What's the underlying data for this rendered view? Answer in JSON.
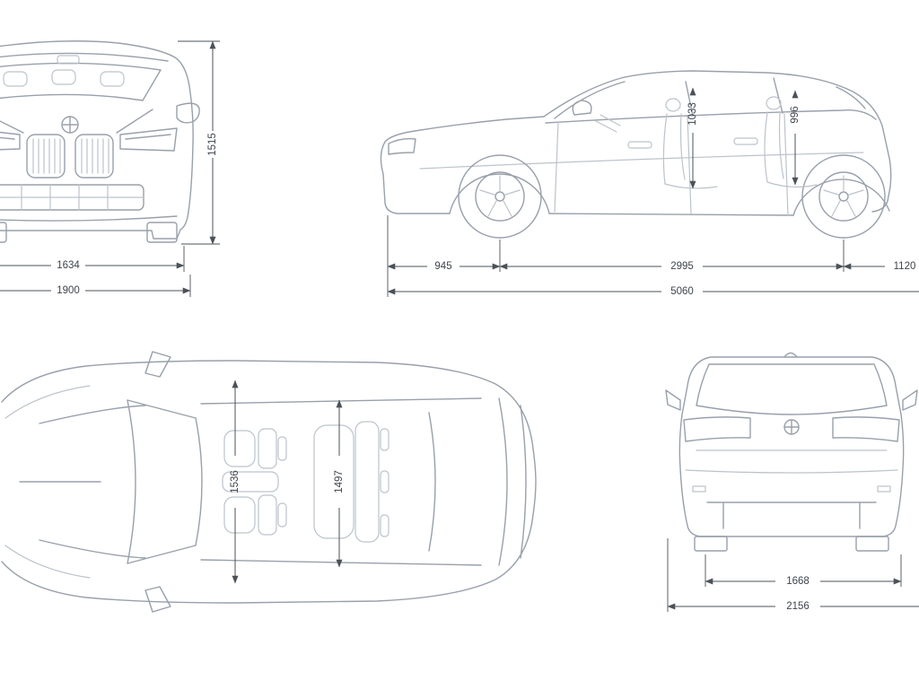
{
  "document": {
    "type": "vehicle-dimension-diagram",
    "brand_logo": "bmw-roundel",
    "units": "mm"
  },
  "colors": {
    "background": "#ffffff",
    "car_line": "#98a0ab",
    "car_detail": "#bcc3cc",
    "dimension_line": "#4b5158",
    "dimension_text": "#3e444c"
  },
  "views": {
    "front": {
      "name": "front-view",
      "height": "1515",
      "track_width": "1634",
      "overall_width": "1900"
    },
    "side": {
      "name": "side-view",
      "front_interior_height": "1033",
      "rear_interior_height": "996",
      "front_overhang": "945",
      "wheelbase": "2995",
      "rear_overhang": "1120",
      "overall_length": "5060"
    },
    "top": {
      "name": "top-view",
      "front_interior_width": "1536",
      "rear_interior_width": "1497"
    },
    "rear": {
      "name": "rear-view",
      "rear_track": "1668",
      "width_incl_mirrors": "2156"
    }
  }
}
